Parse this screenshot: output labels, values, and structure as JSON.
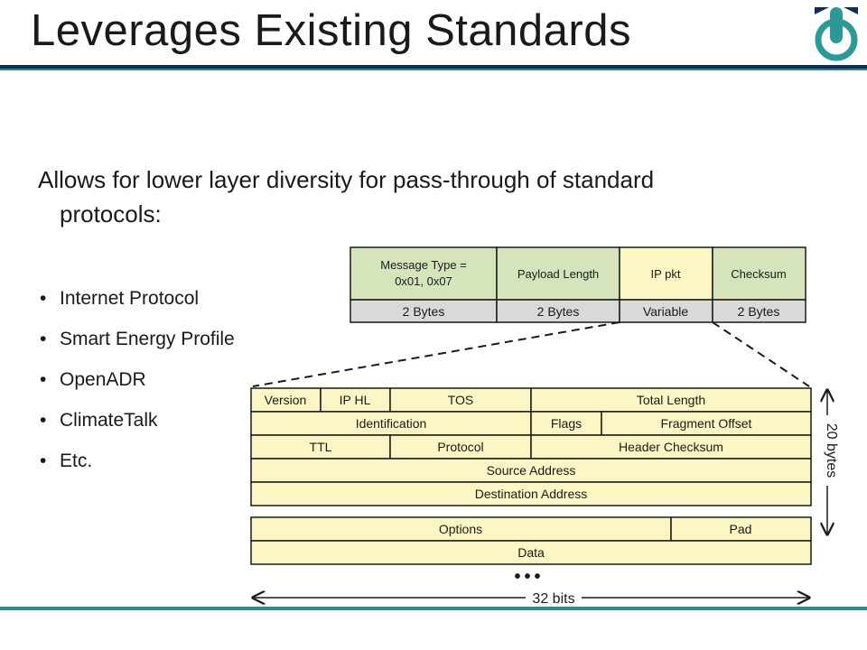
{
  "slide": {
    "title": "Leverages Existing Standards",
    "intro": "Allows for lower layer diversity for pass-through of standard protocols:",
    "bullets": [
      "Internet Protocol",
      "Smart Energy Profile",
      "OpenADR",
      "ClimateTalk",
      "Etc."
    ]
  },
  "colors": {
    "header_blue": "#0e2d57",
    "accent_teal": "#2a8a86",
    "cell_green": "#d6e4bc",
    "cell_yellow": "#fbf6c3",
    "cell_gray": "#d9d9d9"
  },
  "message_frame": {
    "fields": [
      {
        "line1": "Message Type =",
        "line2": "0x01, 0x07",
        "size": "2 Bytes"
      },
      {
        "line1": "Payload Length",
        "size": "2 Bytes"
      },
      {
        "line1": "IP pkt",
        "size": "Variable"
      },
      {
        "line1": "Checksum",
        "size": "2 Bytes"
      }
    ]
  },
  "ip_header": {
    "rows": [
      [
        "Version",
        "IP HL",
        "TOS",
        "Total Length"
      ],
      [
        "Identification",
        "Flags",
        "Fragment Offset"
      ],
      [
        "TTL",
        "Protocol",
        "Header Checksum"
      ],
      [
        "Source Address"
      ],
      [
        "Destination Address"
      ]
    ],
    "options_row": [
      "Options",
      "Pad"
    ],
    "data_row": [
      "Data"
    ],
    "ellipsis": "•••",
    "width_label": "32 bits",
    "header_size_label": "20 bytes"
  }
}
